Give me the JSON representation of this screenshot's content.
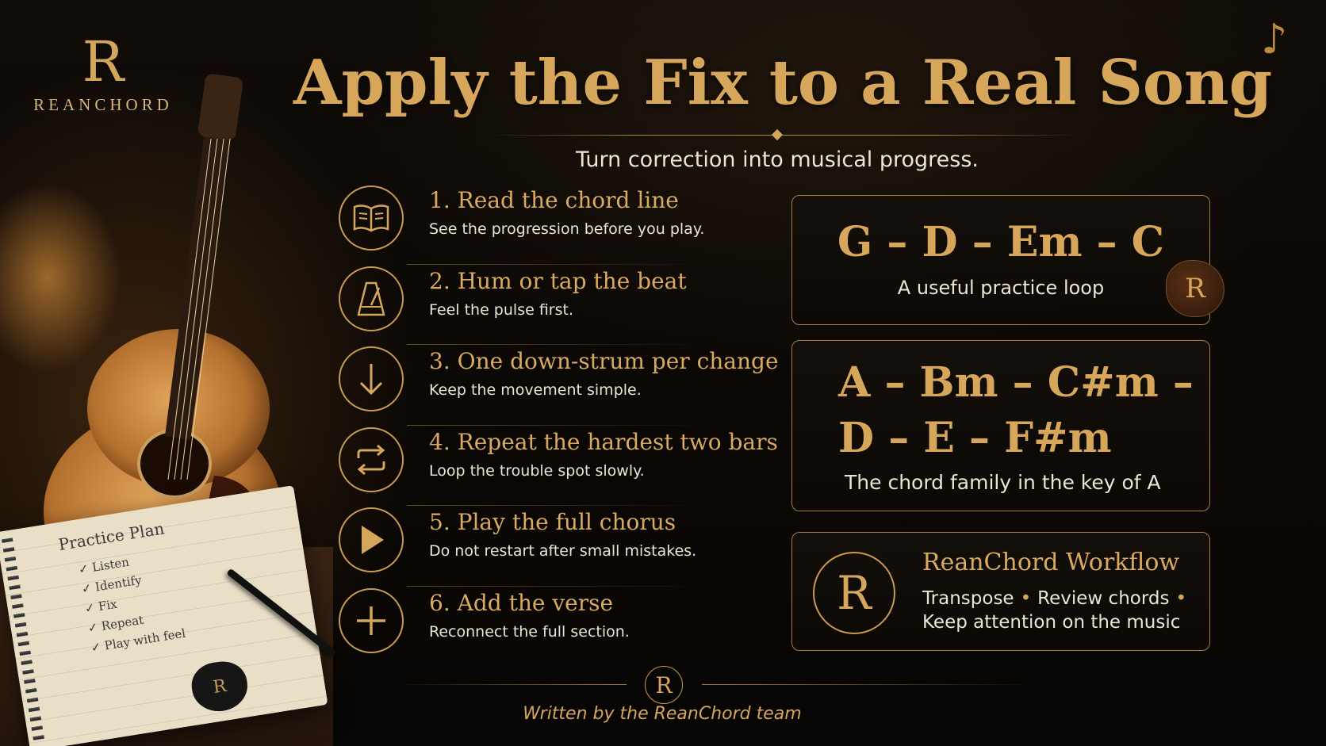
{
  "brand": {
    "mark": "R",
    "name": "REANCHORD"
  },
  "header": {
    "title": "Apply the Fix to a Real Song",
    "subtitle": "Turn correction into musical progress."
  },
  "illustration": {
    "notebook_title": "Practice Plan",
    "notebook_items": [
      "✓ Listen",
      "✓ Identify",
      "✓ Fix",
      "✓ Repeat",
      "✓ Play with feel"
    ],
    "pick_mark": "R"
  },
  "steps": [
    {
      "title": "1. Read the chord line",
      "desc": "See the progression before you play.",
      "icon": "book-icon"
    },
    {
      "title": "2. Hum or tap the beat",
      "desc": "Feel the pulse first.",
      "icon": "metronome-icon"
    },
    {
      "title": "3. One down-strum per change",
      "desc": "Keep the movement simple.",
      "icon": "arrow-down-icon"
    },
    {
      "title": "4. Repeat the hardest two bars",
      "desc": "Loop the trouble spot slowly.",
      "icon": "repeat-icon"
    },
    {
      "title": "5. Play the full chorus",
      "desc": "Do not restart after small mistakes.",
      "icon": "play-icon"
    },
    {
      "title": "6. Add the verse",
      "desc": "Reconnect the full section.",
      "icon": "plus-icon"
    }
  ],
  "cards": {
    "loop": {
      "chords": "G – D – Em – C",
      "caption": "A useful practice loop",
      "badge": "R"
    },
    "family": {
      "chords_line1": "A – Bm – C#m –",
      "chords_line2": "D – E – F#m",
      "caption": "The chord family in the key of A"
    },
    "workflow": {
      "logo": "R",
      "title": "ReanChord Workflow",
      "item1": "Transpose",
      "item2": "Review chords",
      "item3": "Keep attention on the music",
      "separator": "•"
    }
  },
  "footer": {
    "logo": "R",
    "credit": "Written by the ReanChord team"
  },
  "colors": {
    "gold": "#d6a75b",
    "background": "#0b0806",
    "text": "#efe4d2"
  }
}
